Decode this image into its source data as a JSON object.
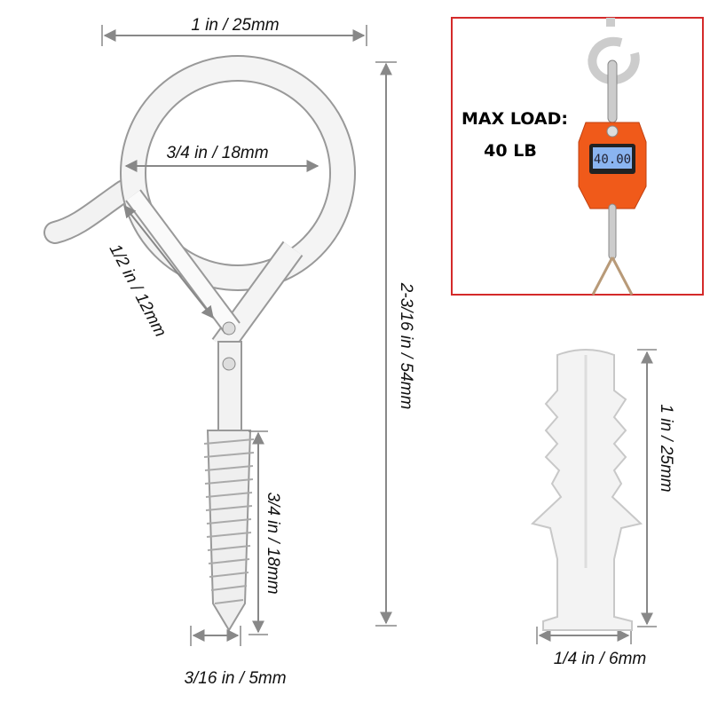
{
  "dimensions": {
    "hook_width": "1 in / 25mm",
    "ring_inner": "3/4 in / 18mm",
    "latch_length": "1/2 in / 12mm",
    "hook_total_length": "2-3/16 in / 54mm",
    "thread_length": "3/4 in / 18mm",
    "thread_diameter": "3/16 in / 5mm",
    "anchor_length": "1 in / 25mm",
    "anchor_diameter": "1/4 in / 6mm"
  },
  "load_panel": {
    "title": "MAX LOAD:",
    "value": "40 LB",
    "scale_display": "40.00",
    "border_color": "#d42a2a",
    "scale_color": "#f05a1a"
  }
}
